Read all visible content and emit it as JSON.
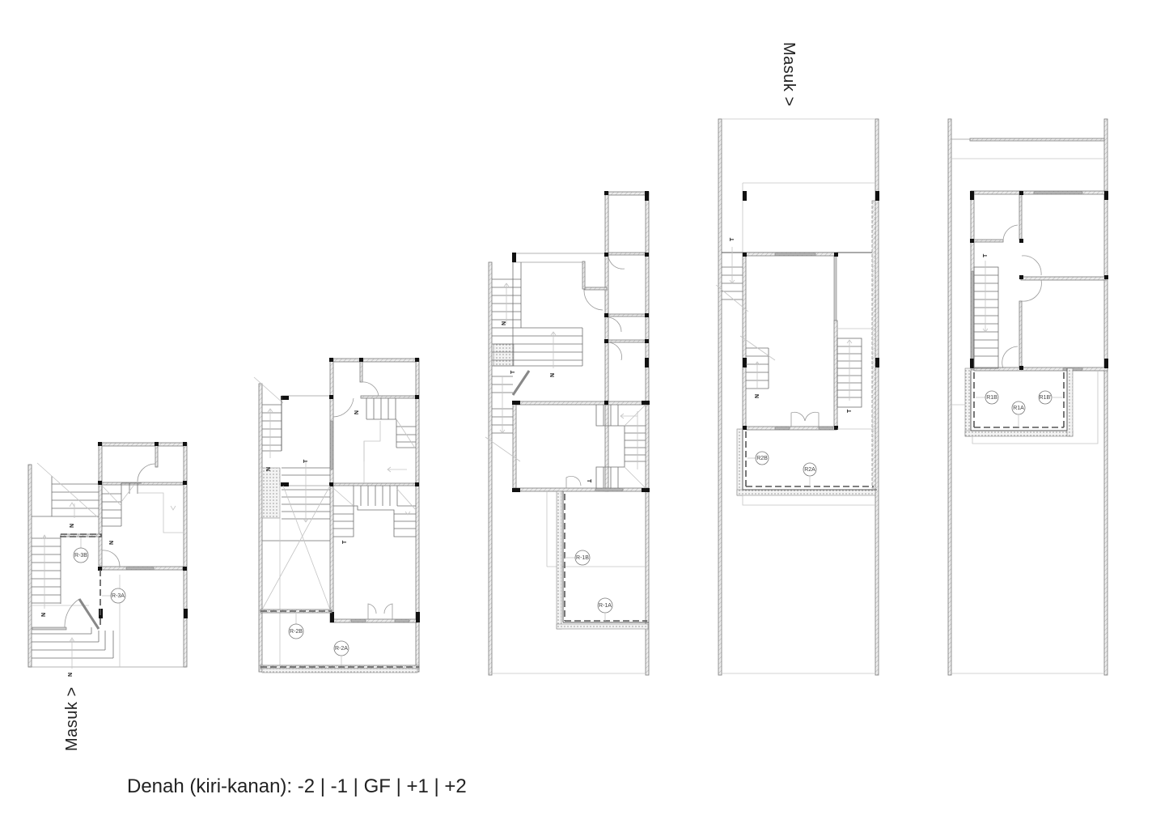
{
  "caption": "Denah (kiri-kanan): -2 | -1 | GF | +1 | +2",
  "entrance_labels": {
    "top": "Masuk >",
    "bottom": "Masuk >"
  },
  "floors": [
    {
      "level": "-2",
      "room_tags": [
        "R-3B",
        "R-3A"
      ],
      "stair_marks": [
        "N",
        "N",
        "N",
        "N"
      ]
    },
    {
      "level": "-1",
      "room_tags": [
        "R-2B",
        "R-2A"
      ],
      "stair_marks": [
        "N",
        "T",
        "N",
        "T"
      ]
    },
    {
      "level": "GF",
      "room_tags": [
        "R-1B",
        "R-1A"
      ],
      "stair_marks": [
        "N",
        "N",
        "T",
        "T"
      ]
    },
    {
      "level": "+1",
      "room_tags": [
        "R2B",
        "R2A"
      ],
      "stair_marks": [
        "T",
        "N",
        "T"
      ]
    },
    {
      "level": "+2",
      "room_tags": [
        "R1B",
        "R1A",
        "R1B'"
      ],
      "stair_marks": [
        "T"
      ]
    }
  ],
  "colors": {
    "wall_stroke": "#7a7a7a",
    "column": "#111111",
    "guide_line": "#c4c4c4",
    "text": "#222222"
  }
}
